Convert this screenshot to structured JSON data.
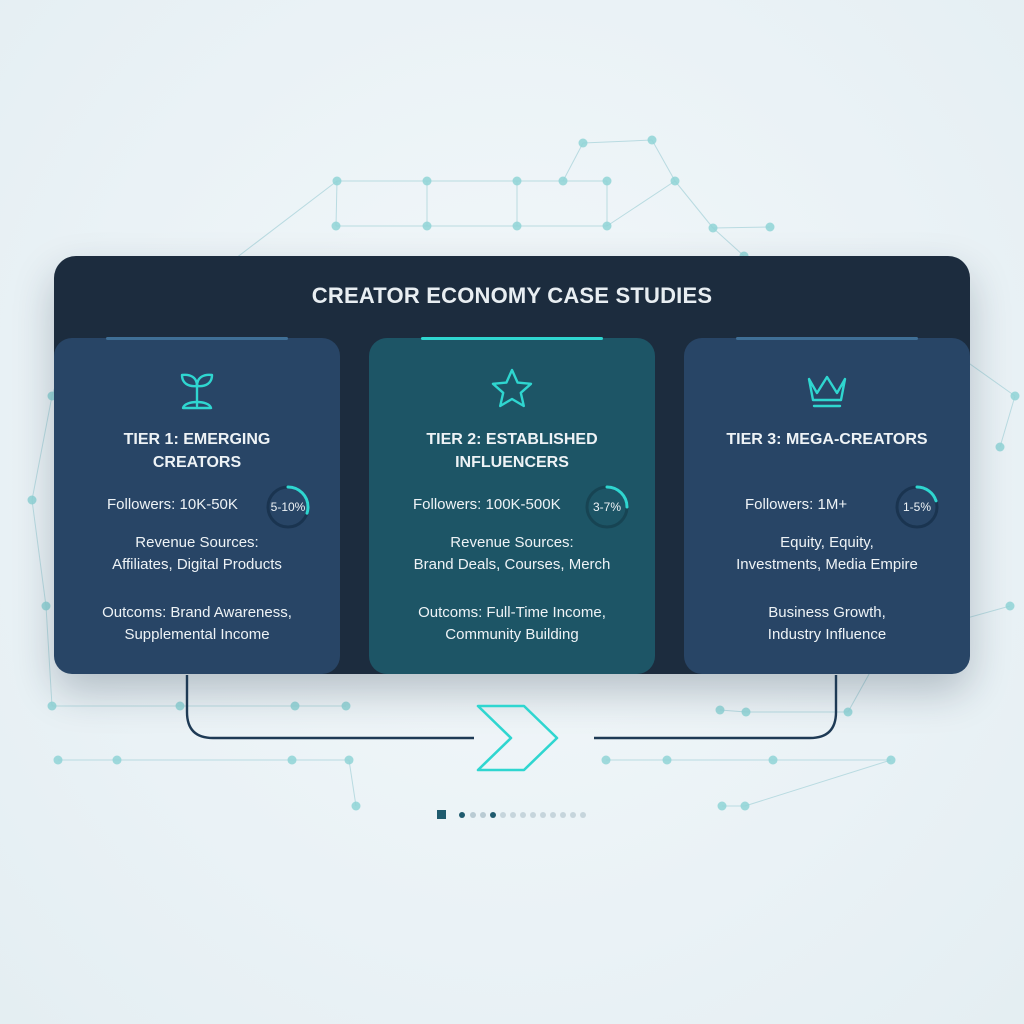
{
  "title": "CREATOR ECONOMY CASE STUDIES",
  "colors": {
    "panel": "#1c2c3e",
    "card": "#284566",
    "card_featured": "#1d5566",
    "accent": "#2fd6d0",
    "text": "#eef3f6"
  },
  "tiers": [
    {
      "icon": "sprout-icon",
      "heading_line1": "TIER 1: EMERGING",
      "heading_line2": "CREATORS",
      "followers": "Followers: 10K-50K",
      "rate": "5-10%",
      "rate_fill": 0.3,
      "revenue_line1": "Revenue Sources:",
      "revenue_line2": "Affiliates, Digital Products",
      "outcomes_line1": "Outcoms: Brand Awareness,",
      "outcomes_line2": "Supplemental Income"
    },
    {
      "icon": "star-icon",
      "heading_line1": "TIER 2: ESTABLISHED",
      "heading_line2": "INFLUENCERS",
      "followers": "Followers: 100K-500K",
      "rate": "3-7%",
      "rate_fill": 0.25,
      "revenue_line1": "Revenue Sources:",
      "revenue_line2": "Brand Deals, Courses, Merch",
      "outcomes_line1": "Outcoms: Full-Time Income,",
      "outcomes_line2": "Community Building"
    },
    {
      "icon": "crown-icon",
      "heading_line1": "TIER 3: MEGA-CREATORS",
      "heading_line2": "",
      "followers": "Followers: 1M+",
      "rate": "1-5%",
      "rate_fill": 0.2,
      "revenue_line1": "Equity, Equity,",
      "revenue_line2": "Investments, Media Empire",
      "outcomes_line1": "Business Growth,",
      "outcomes_line2": "Industry Influence"
    }
  ]
}
